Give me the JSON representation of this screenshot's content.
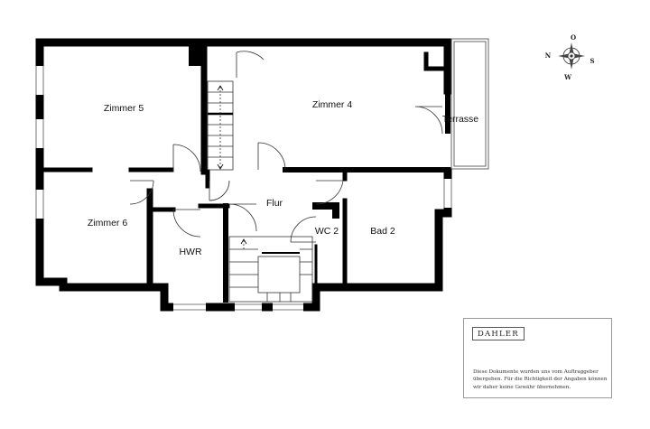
{
  "rooms": {
    "zimmer5": "Zimmer 5",
    "zimmer4": "Zimmer 4",
    "terrasse": "Terrasse",
    "zimmer6": "Zimmer 6",
    "flur": "Flur",
    "wc2": "WC 2",
    "bad2": "Bad 2",
    "hwr": "HWR"
  },
  "compass": {
    "north": "N",
    "east": "O",
    "south": "S",
    "west": "W"
  },
  "legend": {
    "brand": "DAHLER",
    "disclaimer": "Diese Dokumente wurden uns vom Auftraggeber übergeben. Für die Richtigkeit der Angaben können wir daher keine Gewähr übernehmen."
  },
  "colors": {
    "wall": "#000000",
    "background": "#ffffff",
    "thin_line": "#555555"
  }
}
